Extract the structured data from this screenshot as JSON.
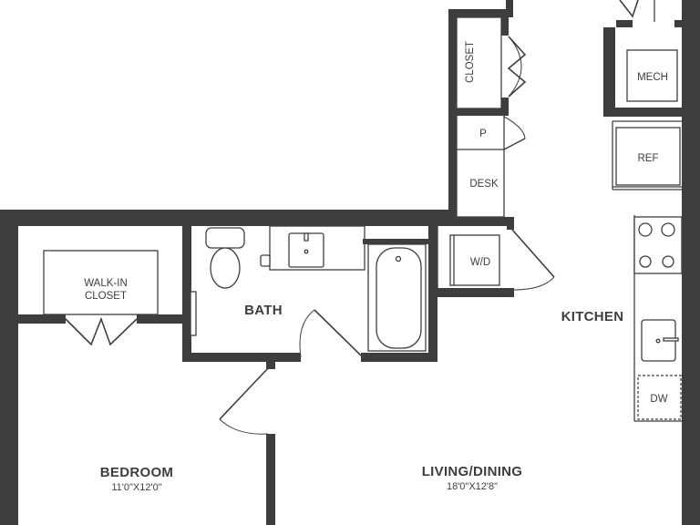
{
  "rooms": {
    "closet": "CLOSET",
    "mech": "MECH",
    "pantry": "P",
    "ref": "REF",
    "desk": "DESK",
    "walk_in_line1": "WALK-IN",
    "walk_in_line2": "CLOSET",
    "wd": "W/D",
    "bath": "BATH",
    "kitchen": "KITCHEN",
    "dw": "DW",
    "bedroom": "BEDROOM",
    "bedroom_dim": "11'0\"X12'0\"",
    "living": "LIVING/DINING",
    "living_dim": "18'0\"X12'8\""
  },
  "colors": {
    "wall": "#3d3e40",
    "background": "#ffffff"
  }
}
